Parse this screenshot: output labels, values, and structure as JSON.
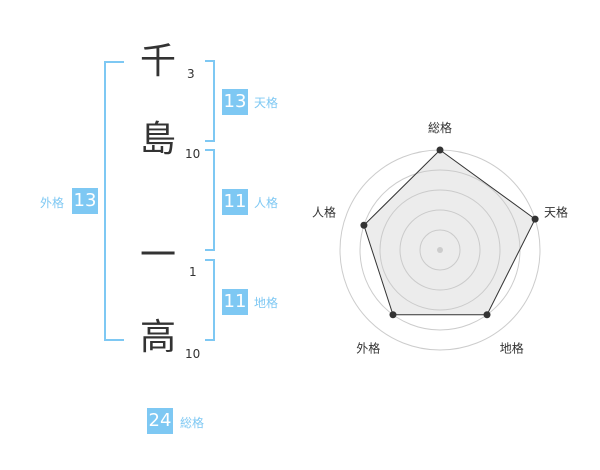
{
  "name": {
    "chars": [
      {
        "kanji": "千",
        "strokes": "3"
      },
      {
        "kanji": "島",
        "strokes": "10"
      },
      {
        "kanji": "一",
        "strokes": "1"
      },
      {
        "kanji": "高",
        "strokes": "10"
      }
    ]
  },
  "kakusu": {
    "tenkaku": {
      "value": "13",
      "label": "天格"
    },
    "jinkaku": {
      "value": "11",
      "label": "人格"
    },
    "chikaku": {
      "value": "11",
      "label": "地格"
    },
    "gaikaku": {
      "value": "13",
      "label": "外格"
    },
    "soukaku": {
      "value": "24",
      "label": "総格"
    }
  },
  "colors": {
    "accent": "#7ec8f3",
    "text": "#333333"
  },
  "chart_data": {
    "type": "radar",
    "categories": [
      "総格",
      "天格",
      "地格",
      "外格",
      "人格"
    ],
    "values": [
      5,
      5,
      4,
      4,
      4
    ],
    "rmax": 5
  }
}
